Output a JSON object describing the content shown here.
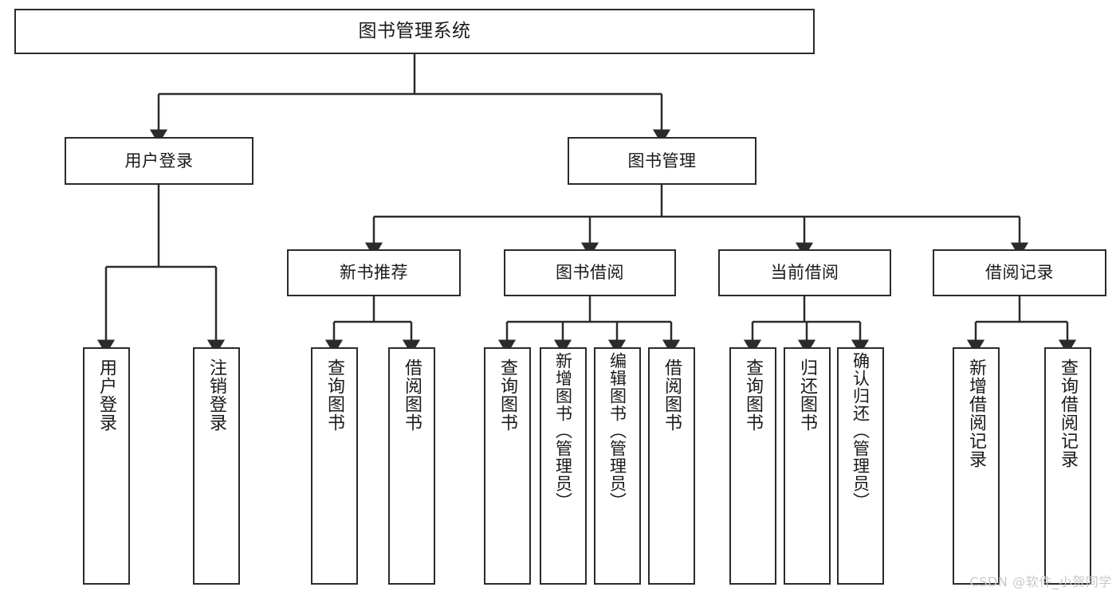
{
  "diagram": {
    "title": "图书管理系统",
    "type": "tree",
    "root": {
      "id": "root",
      "label": "图书管理系统"
    },
    "tier1": [
      {
        "id": "user-login",
        "label": "用户登录"
      },
      {
        "id": "book-manage",
        "label": "图书管理"
      }
    ],
    "tier2": [
      {
        "id": "new-book-recommend",
        "label": "新书推荐"
      },
      {
        "id": "book-borrow",
        "label": "图书借阅"
      },
      {
        "id": "current-borrow",
        "label": "当前借阅"
      },
      {
        "id": "borrow-record",
        "label": "借阅记录"
      }
    ],
    "leaves": {
      "user_login": [
        {
          "id": "leaf-user-login",
          "label": "用户登录"
        },
        {
          "id": "leaf-logout",
          "label": "注销登录"
        }
      ],
      "new_book_recommend": [
        {
          "id": "leaf-query-book-1",
          "label": "查询图书"
        },
        {
          "id": "leaf-borrow-book-1",
          "label": "借阅图书"
        }
      ],
      "book_borrow": [
        {
          "id": "leaf-query-book-2",
          "label": "查询图书"
        },
        {
          "id": "leaf-add-book",
          "label": "新增图书（管理员）"
        },
        {
          "id": "leaf-edit-book",
          "label": "编辑图书（管理员）"
        },
        {
          "id": "leaf-borrow-book-2",
          "label": "借阅图书"
        }
      ],
      "current_borrow": [
        {
          "id": "leaf-query-book-3",
          "label": "查询图书"
        },
        {
          "id": "leaf-return-book",
          "label": "归还图书"
        },
        {
          "id": "leaf-confirm-return",
          "label": "确认归还（管理员）"
        }
      ],
      "borrow_record": [
        {
          "id": "leaf-add-record",
          "label": "新增借阅记录"
        },
        {
          "id": "leaf-query-record",
          "label": "查询借阅记录"
        }
      ]
    }
  },
  "watermark": {
    "text": "CSDN @软件_小贺同学"
  },
  "colors": {
    "background": "#ffffff",
    "box_border": "#2b2b2b",
    "box_fill": "#ffffff",
    "connector": "#2b2b2b",
    "text": "#1a1a1a",
    "watermark": "#c9c9c9"
  }
}
